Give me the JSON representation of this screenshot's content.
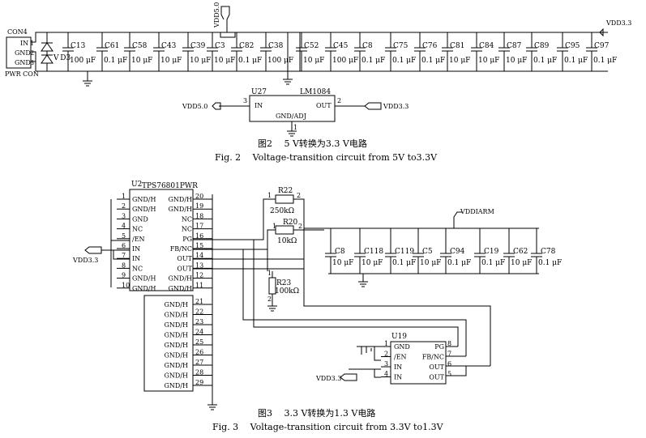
{
  "fig2": {
    "connector": {
      "ref": "CON4",
      "pins": [
        "IN",
        "GND",
        "GND"
      ],
      "pin_nums": [
        "1",
        "2",
        "3"
      ],
      "name": "PWR CON"
    },
    "diode_ref": "V D3",
    "net_vdd50": "VDD5.0",
    "net_vdd33": "VDD3.3",
    "caps": [
      {
        "ref": "C13",
        "val": "100 μF"
      },
      {
        "ref": "C61",
        "val": "0.1 μF"
      },
      {
        "ref": "C58",
        "val": "10 μF"
      },
      {
        "ref": "C43",
        "val": "10 μF"
      },
      {
        "ref": "C39",
        "val": "10 μF"
      },
      {
        "ref": "C3",
        "val": "10 μF"
      },
      {
        "ref": "C82",
        "val": "0.1 μF"
      },
      {
        "ref": "C38",
        "val": "100 μF"
      },
      {
        "ref": "C52",
        "val": "10 μF"
      },
      {
        "ref": "C45",
        "val": "100 μF"
      },
      {
        "ref": "C8",
        "val": "0.1 μF"
      },
      {
        "ref": "C75",
        "val": "0.1 μF"
      },
      {
        "ref": "C76",
        "val": "0.1 μF"
      },
      {
        "ref": "C81",
        "val": "10 μF"
      },
      {
        "ref": "C84",
        "val": "10 μF"
      },
      {
        "ref": "C87",
        "val": "10 μF"
      },
      {
        "ref": "C89",
        "val": "0.1 μF"
      },
      {
        "ref": "C95",
        "val": "0.1 μF"
      },
      {
        "ref": "C97",
        "val": "0.1 μF"
      }
    ],
    "reg": {
      "ref": "U27",
      "part": "LM1084",
      "in": "IN",
      "out": "OUT",
      "adj": "GND/ADJ",
      "pin_in": "3",
      "pin_out": "2",
      "pin_gnd": "1",
      "net_in": "VDD5.0",
      "net_out": "VDD3.3"
    },
    "caption_cn": "图2　 5 V转换为3.3 V电路",
    "caption_en": "Fig. 2　 Voltage-transition circuit from 5V to3.3V"
  },
  "fig3": {
    "u2": {
      "ref": "U2",
      "part": "TPS76801PWR",
      "left_pins": [
        {
          "n": "1",
          "name": "GND/H"
        },
        {
          "n": "2",
          "name": "GND/H"
        },
        {
          "n": "3",
          "name": "GND"
        },
        {
          "n": "4",
          "name": "NC"
        },
        {
          "n": "5",
          "name": "/EN"
        },
        {
          "n": "6",
          "name": "IN"
        },
        {
          "n": "7",
          "name": "IN"
        },
        {
          "n": "8",
          "name": "NC"
        },
        {
          "n": "9",
          "name": "GND/H"
        },
        {
          "n": "10",
          "name": "GND/H"
        }
      ],
      "right_pins": [
        {
          "n": "20",
          "name": "GND/H"
        },
        {
          "n": "19",
          "name": "GND/H"
        },
        {
          "n": "18",
          "name": "NC"
        },
        {
          "n": "17",
          "name": "NC"
        },
        {
          "n": "16",
          "name": "PG"
        },
        {
          "n": "15",
          "name": "FB/NC"
        },
        {
          "n": "14",
          "name": "OUT"
        },
        {
          "n": "13",
          "name": "OUT"
        },
        {
          "n": "12",
          "name": "GND/H"
        },
        {
          "n": "11",
          "name": "GND/H"
        }
      ],
      "bottom_pins": [
        {
          "n": "21",
          "name": "GND/H"
        },
        {
          "n": "22",
          "name": "GND/H"
        },
        {
          "n": "23",
          "name": "GND/H"
        },
        {
          "n": "24",
          "name": "GND/H"
        },
        {
          "n": "25",
          "name": "GND/H"
        },
        {
          "n": "26",
          "name": "GND/H"
        },
        {
          "n": "27",
          "name": "GND/H"
        },
        {
          "n": "28",
          "name": "GND/H"
        },
        {
          "n": "29",
          "name": "GND/H"
        }
      ]
    },
    "net_in": "VDD3.3",
    "net_out": "VDDIARM",
    "resistors": [
      {
        "ref": "R22",
        "val": "250kΩ",
        "p1": "1",
        "p2": "2"
      },
      {
        "ref": "R20",
        "val": "10kΩ",
        "p1": "1",
        "p2": "2"
      },
      {
        "ref": "R23",
        "val": "100kΩ",
        "p1": "1",
        "p2": "2"
      }
    ],
    "caps": [
      {
        "ref": "C8",
        "val": "10 μF"
      },
      {
        "ref": "C118",
        "val": "10 μF"
      },
      {
        "ref": "C119",
        "val": "0.1 μF"
      },
      {
        "ref": "C5",
        "val": "10 μF"
      },
      {
        "ref": "C94",
        "val": "0.1 μF"
      },
      {
        "ref": "C19",
        "val": "0.1 μF"
      },
      {
        "ref": "C62",
        "val": "10 μF"
      },
      {
        "ref": "C78",
        "val": "0.1 μF"
      }
    ],
    "u19": {
      "ref": "U19",
      "left_pins": [
        {
          "n": "1",
          "name": "GND"
        },
        {
          "n": "2",
          "name": "/EN"
        },
        {
          "n": "3",
          "name": "IN"
        },
        {
          "n": "4",
          "name": "IN"
        }
      ],
      "right_pins": [
        {
          "n": "8",
          "name": "PG"
        },
        {
          "n": "7",
          "name": "FB/NC"
        },
        {
          "n": "6",
          "name": "OUT"
        },
        {
          "n": "5",
          "name": "OUT"
        }
      ],
      "net_in": "VDD3.3"
    },
    "caption_cn": "图3　 3.3 V转换为1.3 V电路",
    "caption_en": "Fig. 3　 Voltage-transition circuit from 3.3V to1.3V"
  }
}
